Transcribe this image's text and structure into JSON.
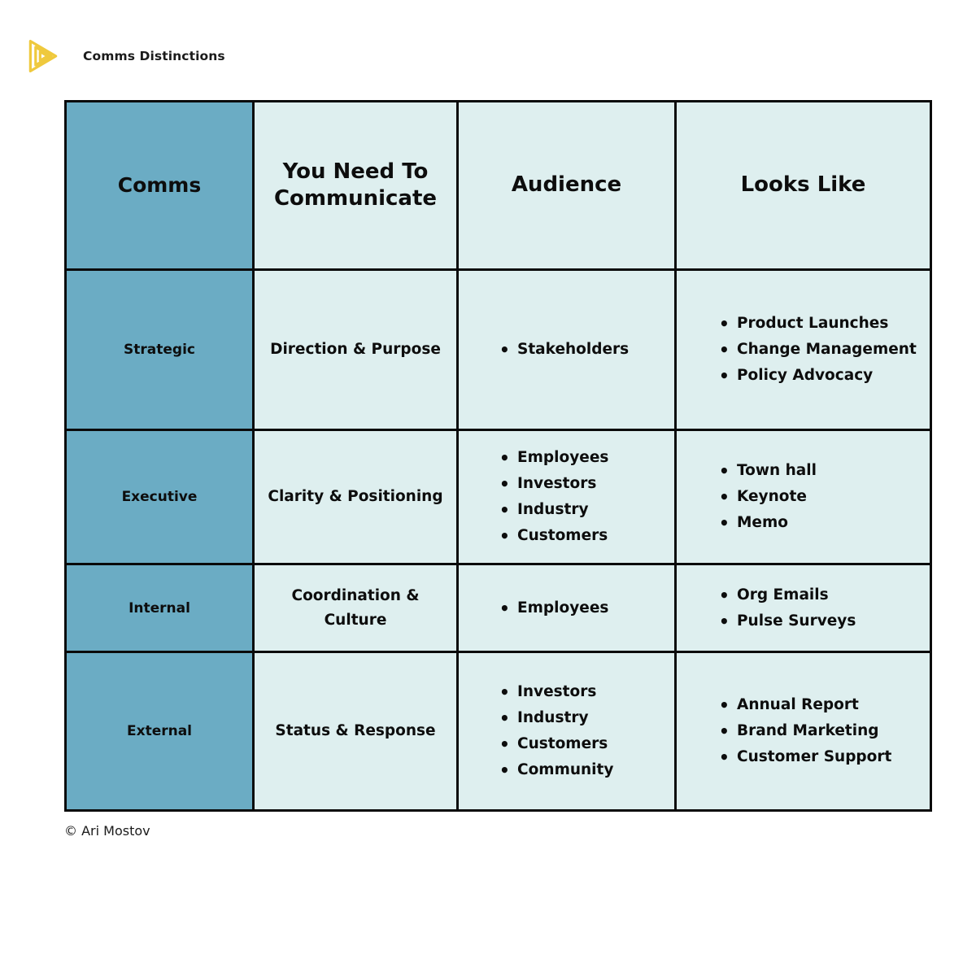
{
  "brand": {
    "logo_icon": "nested-play-triangle-icon",
    "logo_color": "#efc93d",
    "title": "Comms Distinctions"
  },
  "theme": {
    "category_cell_color": "#6bacc4",
    "body_cell_color": "#deefef",
    "border_color": "#0a0a0a",
    "text_color": "#0d0d0d"
  },
  "table": {
    "headers": {
      "comms": "Comms",
      "need": "You Need To Communicate",
      "audience": "Audience",
      "looks_like": "Looks Like"
    },
    "rows": [
      {
        "category": "Strategic",
        "need": "Direction & Purpose",
        "audience": [
          "Stakeholders"
        ],
        "looks_like": [
          "Product Launches",
          "Change Management",
          "Policy Advocacy"
        ]
      },
      {
        "category": "Executive",
        "need": "Clarity & Positioning",
        "audience": [
          "Employees",
          "Investors",
          "Industry",
          "Customers"
        ],
        "looks_like": [
          "Town hall",
          "Keynote",
          "Memo"
        ]
      },
      {
        "category": "Internal",
        "need": "Coordination & Culture",
        "audience": [
          "Employees"
        ],
        "looks_like": [
          "Org Emails",
          "Pulse Surveys"
        ]
      },
      {
        "category": "External",
        "need": "Status & Response",
        "audience": [
          "Investors",
          "Industry",
          "Customers",
          "Community"
        ],
        "looks_like": [
          "Annual Report",
          "Brand Marketing",
          "Customer Support"
        ]
      }
    ]
  },
  "footer": {
    "credit": "© Ari Mostov"
  }
}
